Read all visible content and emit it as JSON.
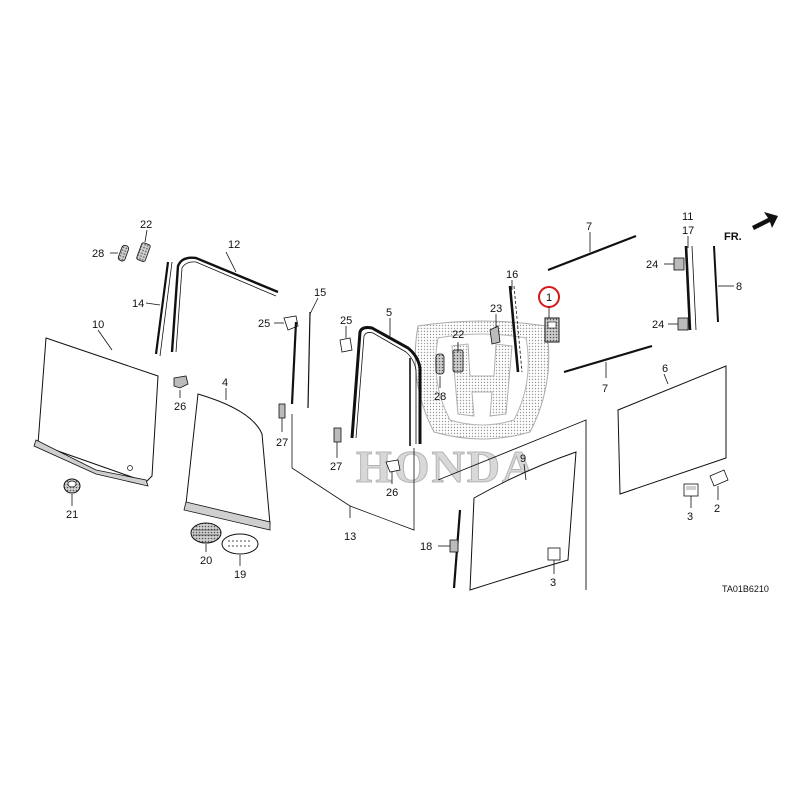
{
  "diagram": {
    "diagram_code": "TA01B6210",
    "direction_label": "FR.",
    "watermark_text": "HONDA",
    "highlighted_part": "1",
    "callouts": [
      {
        "id": "c28a",
        "label": "28"
      },
      {
        "id": "c22a",
        "label": "22"
      },
      {
        "id": "c12",
        "label": "12"
      },
      {
        "id": "c14",
        "label": "14"
      },
      {
        "id": "c10",
        "label": "10"
      },
      {
        "id": "c26a",
        "label": "26"
      },
      {
        "id": "c21",
        "label": "21"
      },
      {
        "id": "c4",
        "label": "4"
      },
      {
        "id": "c20",
        "label": "20"
      },
      {
        "id": "c19",
        "label": "19"
      },
      {
        "id": "c25a",
        "label": "25"
      },
      {
        "id": "c27a",
        "label": "27"
      },
      {
        "id": "c15",
        "label": "15"
      },
      {
        "id": "c25b",
        "label": "25"
      },
      {
        "id": "c5",
        "label": "5"
      },
      {
        "id": "c27b",
        "label": "27"
      },
      {
        "id": "c26b",
        "label": "26"
      },
      {
        "id": "c13",
        "label": "13"
      },
      {
        "id": "c22b",
        "label": "22"
      },
      {
        "id": "c28b",
        "label": "28"
      },
      {
        "id": "c23",
        "label": "23"
      },
      {
        "id": "c16",
        "label": "16"
      },
      {
        "id": "c1",
        "label": "1"
      },
      {
        "id": "c7a",
        "label": "7"
      },
      {
        "id": "c7b",
        "label": "7"
      },
      {
        "id": "c11",
        "label": "11"
      },
      {
        "id": "c17",
        "label": "17"
      },
      {
        "id": "c24a",
        "label": "24"
      },
      {
        "id": "c24b",
        "label": "24"
      },
      {
        "id": "c8",
        "label": "8"
      },
      {
        "id": "c6",
        "label": "6"
      },
      {
        "id": "c9",
        "label": "9"
      },
      {
        "id": "c18",
        "label": "18"
      },
      {
        "id": "c3a",
        "label": "3"
      },
      {
        "id": "c3b",
        "label": "3"
      },
      {
        "id": "c2",
        "label": "2"
      }
    ]
  }
}
